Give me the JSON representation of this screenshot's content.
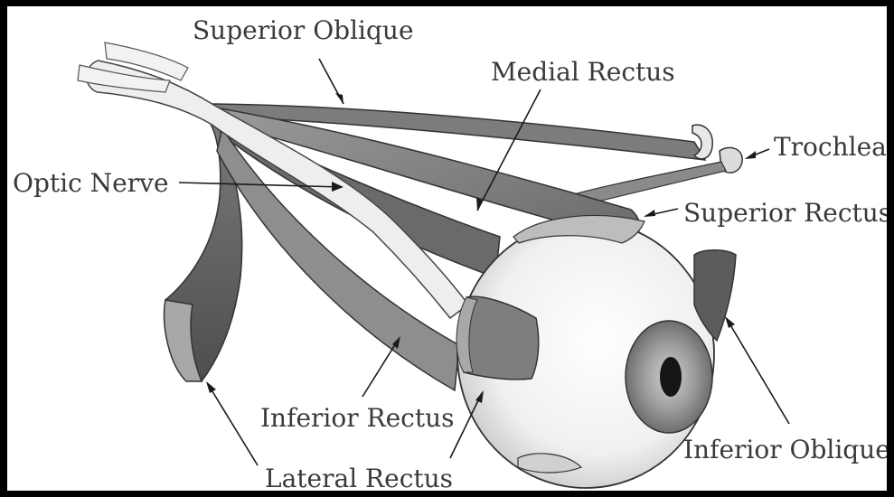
{
  "labels": {
    "superior_oblique": "Superior Oblique",
    "medial_rectus": "Medial Rectus",
    "trochlea": "Trochlea",
    "optic_nerve": "Optic Nerve",
    "superior_rectus": "Superior Rectus",
    "inferior_rectus": "Inferior Rectus",
    "inferior_oblique": "Inferior Oblique",
    "lateral_rectus": "Lateral Rectus"
  },
  "colors": {
    "muscle_dark": "#5a5a5a",
    "muscle_mid": "#8a8a8a",
    "muscle_light": "#b8b8b8",
    "nerve": "#ededed",
    "sclera": "#f6f6f6",
    "iris": "#8c8c8c",
    "pupil": "#1a1a1a",
    "outline": "#333333"
  }
}
